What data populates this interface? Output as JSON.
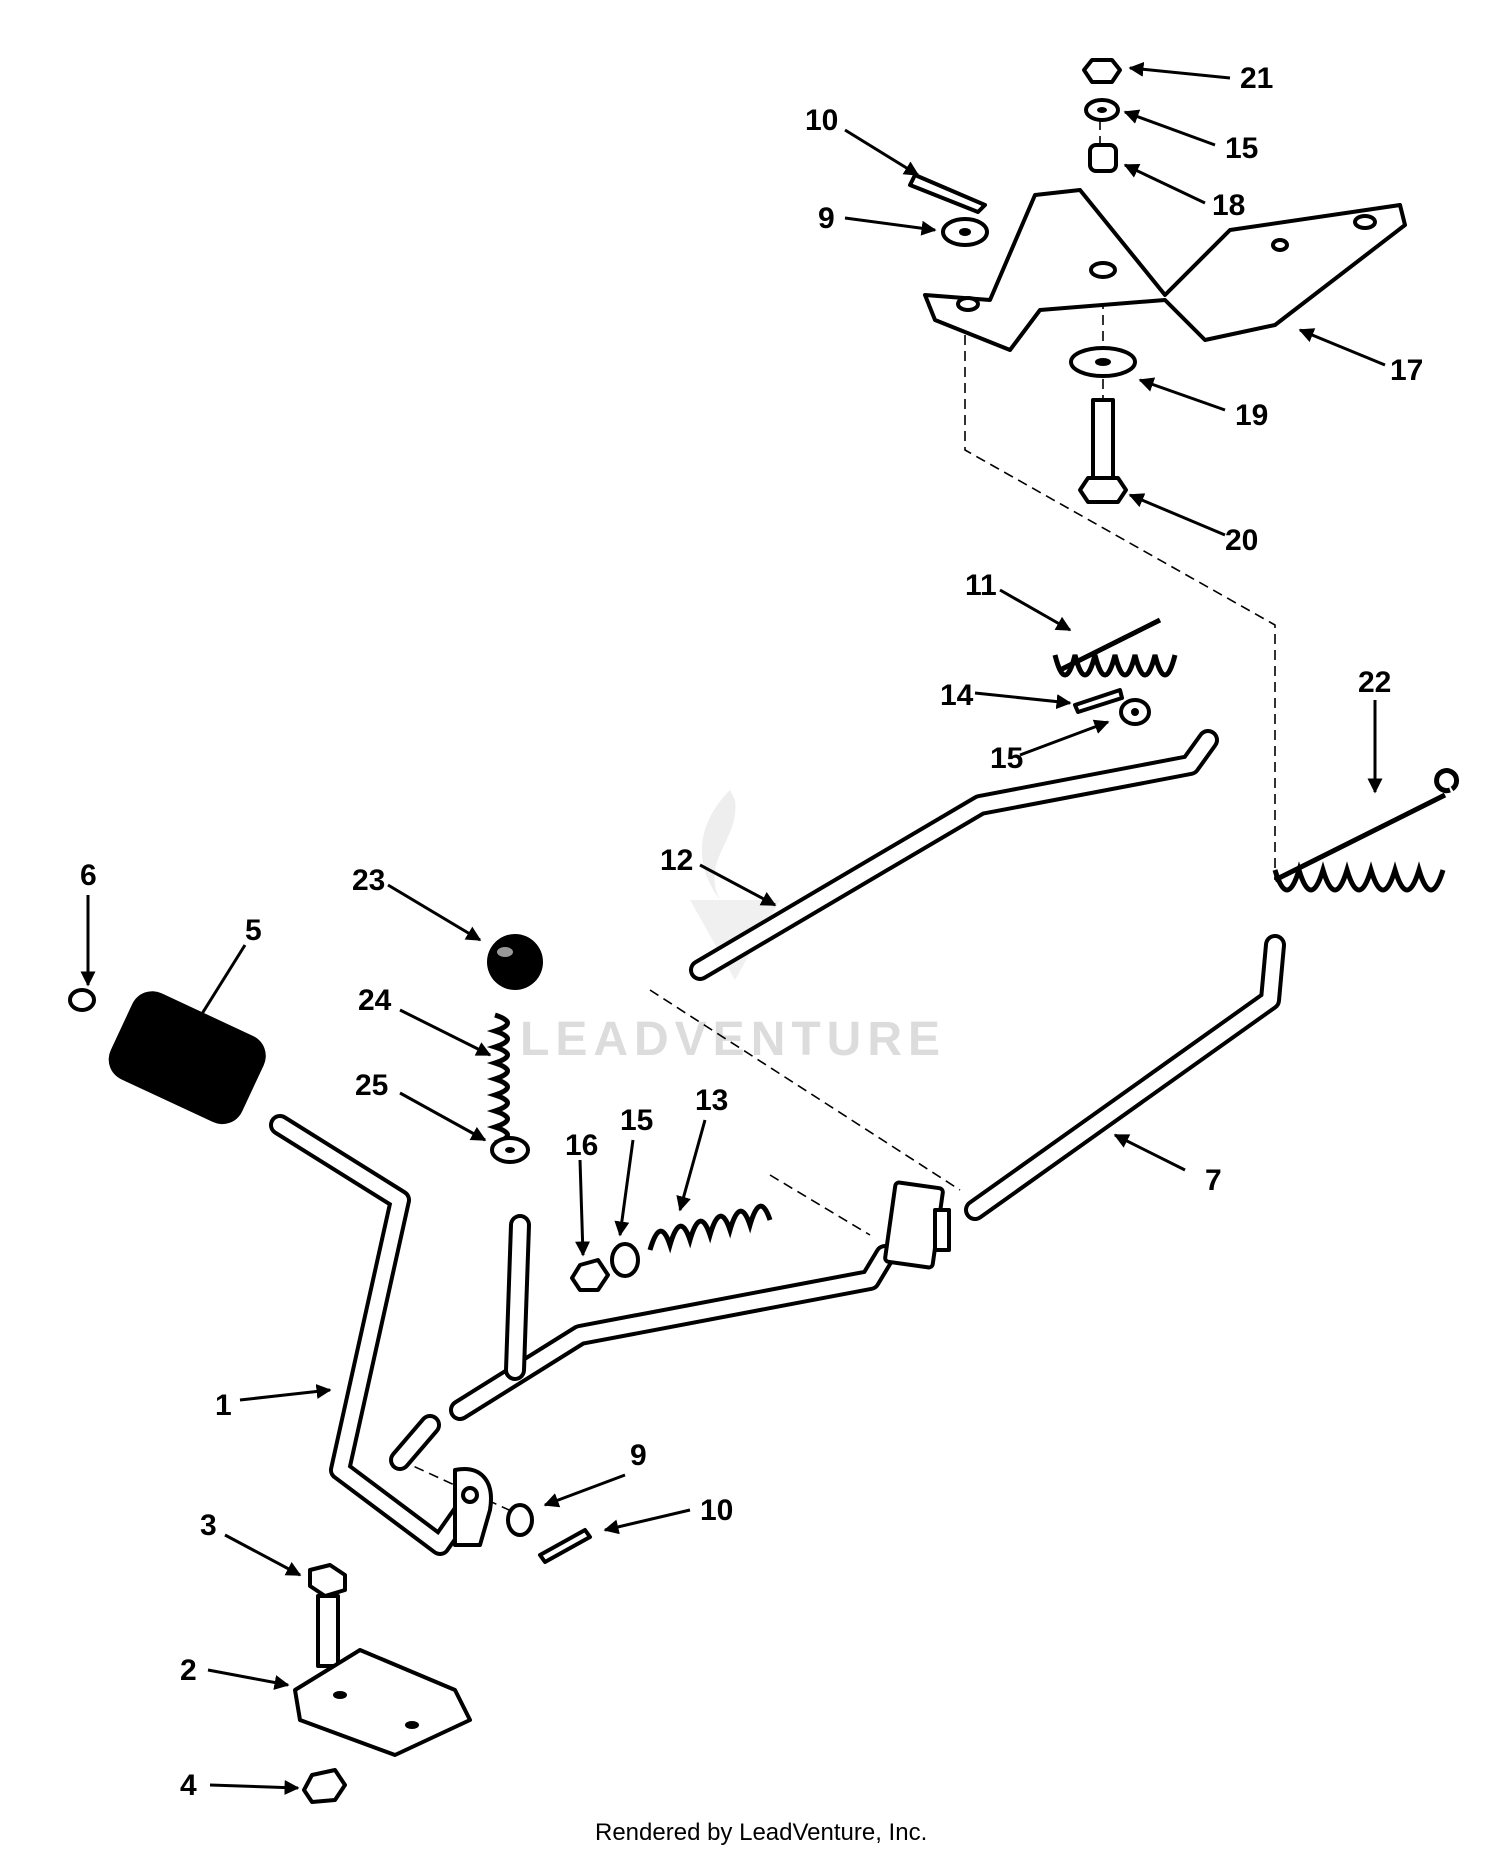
{
  "diagram": {
    "watermark": "LEADVENTURE",
    "footer": "Rendered by LeadVenture, Inc.",
    "callouts": [
      {
        "id": "c21a",
        "label": "21"
      },
      {
        "id": "c15a",
        "label": "15"
      },
      {
        "id": "c10a",
        "label": "10"
      },
      {
        "id": "c18",
        "label": "18"
      },
      {
        "id": "c9a",
        "label": "9"
      },
      {
        "id": "c17",
        "label": "17"
      },
      {
        "id": "c19",
        "label": "19"
      },
      {
        "id": "c20",
        "label": "20"
      },
      {
        "id": "c11",
        "label": "11"
      },
      {
        "id": "c14",
        "label": "14"
      },
      {
        "id": "c15b",
        "label": "15"
      },
      {
        "id": "c22",
        "label": "22"
      },
      {
        "id": "c12",
        "label": "12"
      },
      {
        "id": "c23",
        "label": "23"
      },
      {
        "id": "c6",
        "label": "6"
      },
      {
        "id": "c5",
        "label": "5"
      },
      {
        "id": "c24",
        "label": "24"
      },
      {
        "id": "c25",
        "label": "25"
      },
      {
        "id": "c16",
        "label": "16"
      },
      {
        "id": "c15c",
        "label": "15"
      },
      {
        "id": "c13",
        "label": "13"
      },
      {
        "id": "c7",
        "label": "7"
      },
      {
        "id": "c1",
        "label": "1"
      },
      {
        "id": "c9b",
        "label": "9"
      },
      {
        "id": "c10b",
        "label": "10"
      },
      {
        "id": "c3",
        "label": "3"
      },
      {
        "id": "c2",
        "label": "2"
      },
      {
        "id": "c4",
        "label": "4"
      }
    ]
  }
}
